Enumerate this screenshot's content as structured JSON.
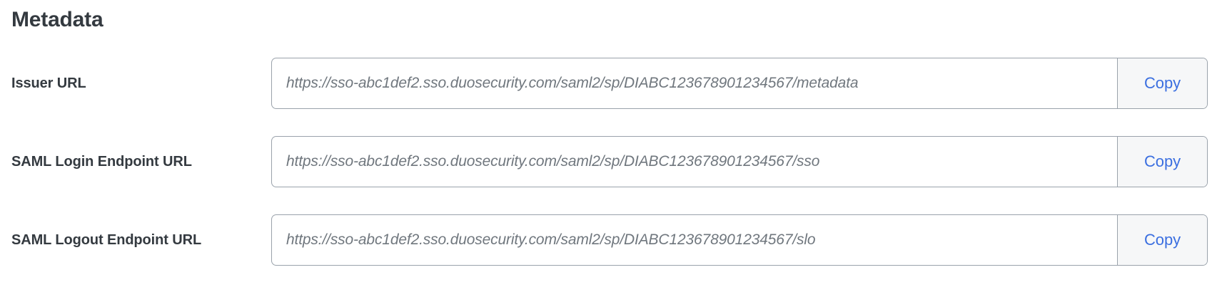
{
  "section": {
    "title": "Metadata"
  },
  "rows": [
    {
      "label": "Issuer URL",
      "value": "https://sso-abc1def2.sso.duosecurity.com/saml2/sp/DIABC123678901234567/metadata",
      "copy_label": "Copy"
    },
    {
      "label": "SAML Login Endpoint URL",
      "value": "https://sso-abc1def2.sso.duosecurity.com/saml2/sp/DIABC123678901234567/sso",
      "copy_label": "Copy"
    },
    {
      "label": "SAML Logout Endpoint URL",
      "value": "https://sso-abc1def2.sso.duosecurity.com/saml2/sp/DIABC123678901234567/slo",
      "copy_label": "Copy"
    }
  ],
  "colors": {
    "text": "#343a40",
    "field_text": "#70777e",
    "border": "#9aa2ab",
    "copy_link": "#3b6fe0",
    "copy_background": "#f6f7f8",
    "page_background": "#ffffff"
  }
}
